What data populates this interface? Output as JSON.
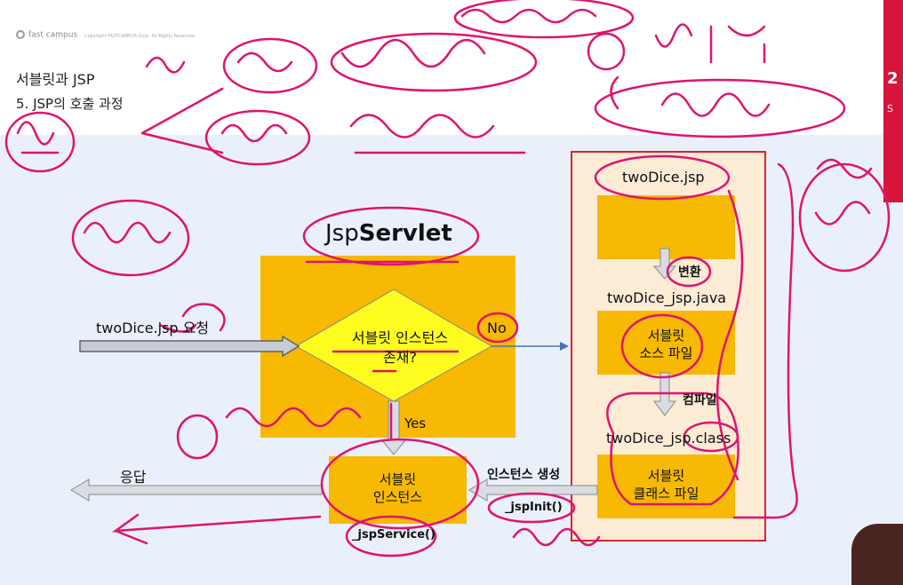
{
  "slide": {
    "brand": "fast campus",
    "copyright": "Copyright FASTCAMPUS Corp. All Rights Reserved",
    "title_line1": "서블릿과 JSP",
    "title_line2": "5. JSP의 호출 과정",
    "tab_number": "2",
    "tab_letter": "S"
  },
  "diagram": {
    "jsp_title_prefix": "Jsp",
    "jsp_title_bold": "Servlet",
    "request_label": "twoDice.jsp 요청",
    "decision_line1": "서블릿 인스턴스",
    "decision_line2": "존재?",
    "no_label": "No",
    "yes_label": "Yes",
    "response_label": "응답",
    "instance_line1": "서블릿",
    "instance_line2": "인스턴스",
    "jspservice_label": "_jspService()",
    "create_instance_label": "인스턴스 생성",
    "jspinit_label": "_jspInit()",
    "file_jsp": "twoDice.jsp",
    "convert_label": "변환",
    "file_java": "twoDice_jsp.java",
    "source_line1": "서블릿",
    "source_line2": "소스 파일",
    "compile_label": "컴파일",
    "file_class": "twoDice_jsp.class",
    "class_line1": "서블릿",
    "class_line2": "클래스 파일"
  },
  "colors": {
    "servlet_box": "#f7b901",
    "decision_diamond": "#fefc1e",
    "panel_bg": "#fcebd5",
    "panel_border": "#d7262b",
    "annotation_ink": "#e0136f",
    "content_bg": "#e9f0fa",
    "accent_tab": "#d6143c"
  },
  "icons": [
    "fastcampus-logo-icon"
  ]
}
